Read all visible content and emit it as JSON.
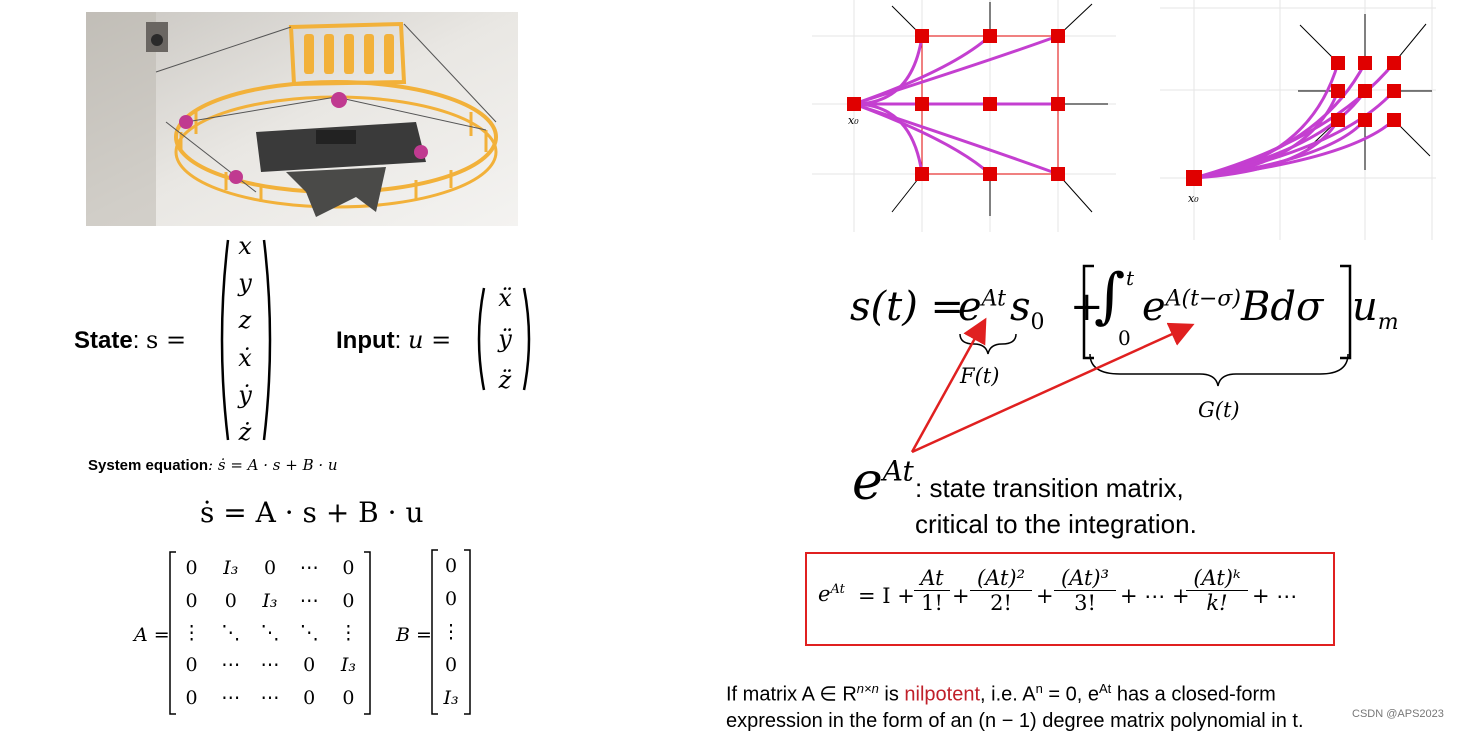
{
  "state": {
    "label": "State",
    "symbol": "s =",
    "entries": [
      "x",
      "y",
      "z",
      "ẋ",
      "ẏ",
      "ż"
    ]
  },
  "input": {
    "label": "Input",
    "symbol": "u =",
    "entries": [
      "ẍ",
      "ÿ",
      "z̈"
    ]
  },
  "system_eq_small": {
    "label": "System equation",
    "formula": ": ṡ = A · s + B · u"
  },
  "system_eq_large": "ṡ = A · s + B · u",
  "matrix_A": {
    "name": "A =",
    "rows": [
      [
        "0",
        "I₃",
        "0",
        "⋯",
        "0"
      ],
      [
        "0",
        "0",
        "I₃",
        "⋯",
        "0"
      ],
      [
        "⋮",
        "⋱",
        "⋱",
        "⋱",
        "⋮"
      ],
      [
        "0",
        "⋯",
        "⋯",
        "0",
        "I₃"
      ],
      [
        "0",
        "⋯",
        "⋯",
        "0",
        "0"
      ]
    ]
  },
  "matrix_B": {
    "name": "B =",
    "rows": [
      "0",
      "0",
      "⋮",
      "0",
      "I₃"
    ]
  },
  "plot_left": {
    "start_label": "x₀"
  },
  "plot_right": {
    "start_label": "x₀"
  },
  "solution": {
    "lhs": "s(t) =",
    "term1": "s",
    "term1_sub": "0",
    "plus": "+",
    "integral_upper": "t",
    "integral_lower": "0",
    "integrand_exp": "A(t−σ)",
    "integrand_rest": "Bdσ",
    "u": "u",
    "u_sub": "m",
    "F_label": "F(t)",
    "G_label": "G(t)"
  },
  "transition": {
    "exp_sup": "At",
    "line1": ": state transition matrix,",
    "line2": "critical to the integration."
  },
  "expansion": {
    "lhs_sup": "At",
    "eq": "= I +",
    "terms": [
      {
        "num": "At",
        "den": "1!"
      },
      {
        "num": "(At)²",
        "den": "2!"
      },
      {
        "num": "(At)³",
        "den": "3!"
      },
      {
        "num": "(At)ᵏ",
        "den": "k!"
      }
    ],
    "dots_mid": "+ ⋯ +",
    "dots_end": "+ ⋯"
  },
  "nilpotent": {
    "line1_a": "If matrix A ∈ R",
    "line1_sup": "n×n",
    "line1_b": " is ",
    "line1_red": "nilpotent",
    "line1_c": ", i.e. A",
    "line1_sup2": "n",
    "line1_d": " = 0,    e",
    "line1_sup3": "At",
    "line1_e": " has a closed-form",
    "line2": "expression in the form of an (n − 1) degree matrix polynomial in t."
  },
  "watermark": "CSDN @APS2023",
  "colors": {
    "accent_red": "#e02020",
    "node_red": "#e00000",
    "curve_magenta": "#c43fd0",
    "text_red": "#c0202a"
  }
}
